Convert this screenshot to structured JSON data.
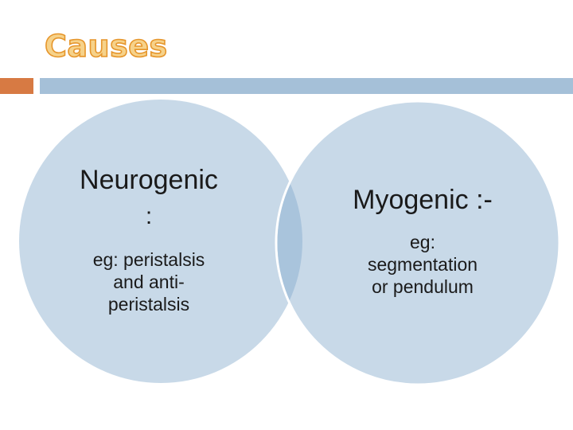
{
  "slide": {
    "title": "Causes",
    "colors": {
      "title_fill": "#f6d28a",
      "title_outline": "#e6962c",
      "accent_bar": "#d77a43",
      "main_bar": "#a5c0d8",
      "circle_fill": "#c8d9e8",
      "overlap_fill": "#a9c4dc"
    }
  },
  "venn": {
    "left": {
      "heading": "Neurogenic",
      "heading_suffix": ":",
      "example": [
        "eg: peristalsis",
        "and anti-",
        "peristalsis"
      ]
    },
    "right": {
      "heading": "Myogenic :-",
      "example": [
        "eg:",
        "segmentation",
        "or pendulum"
      ]
    }
  }
}
